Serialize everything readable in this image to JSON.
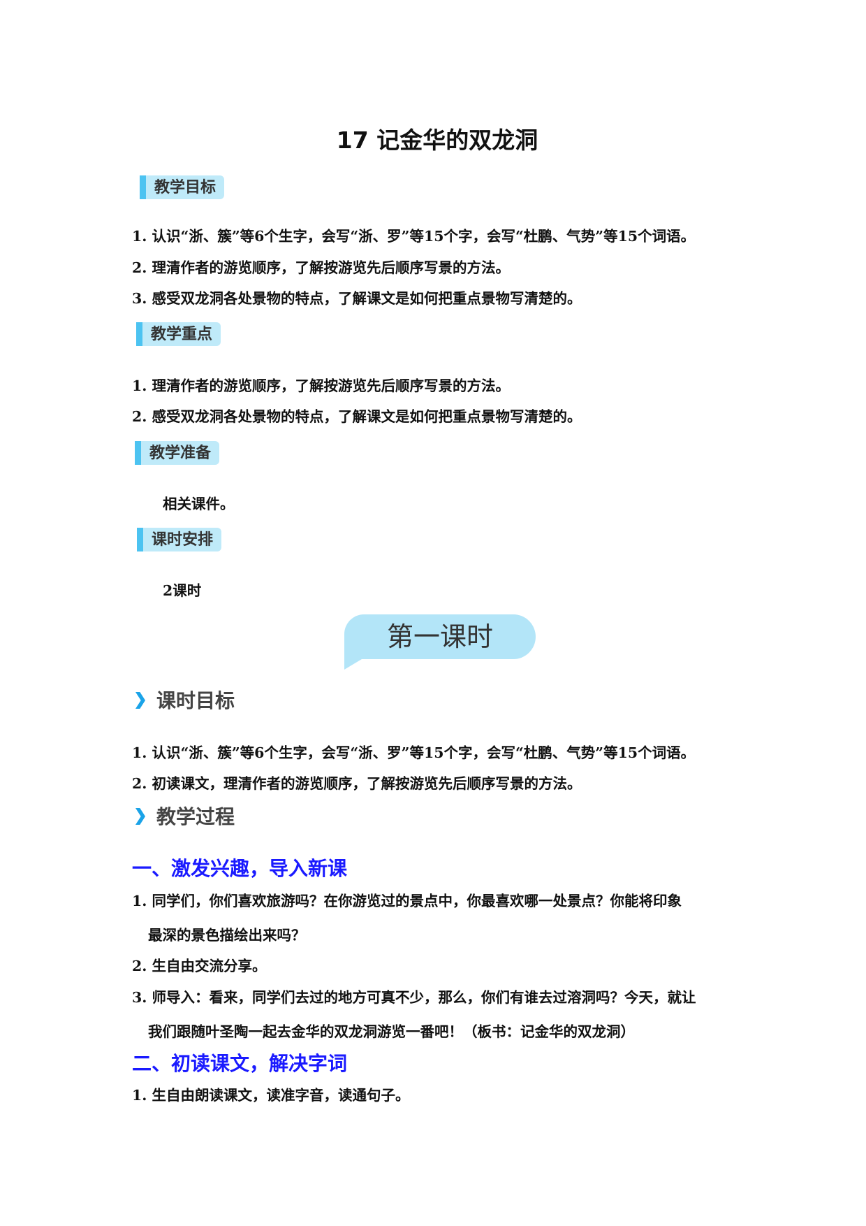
{
  "title": "17  记金华的双龙洞",
  "sections": {
    "goals": {
      "label": "教学目标",
      "items": [
        "1. 认识“浙、簇”等6个生字，会写“浙、罗”等15个字，会写“杜鹏、气势”等15个词语。",
        "2. 理清作者的游览顺序，了解按游览先后顺序写景的方法。",
        "3. 感受双龙洞各处景物的特点，了解课文是如何把重点景物写清楚的。"
      ]
    },
    "key_points": {
      "label": "教学重点",
      "items": [
        "1. 理清作者的游览顺序，了解按游览先后顺序写景的方法。",
        "2. 感受双龙洞各处景物的特点，了解课文是如何把重点景物写清楚的。"
      ]
    },
    "preparation": {
      "label": "教学准备",
      "text": "相关课件。"
    },
    "schedule": {
      "label": "课时安排",
      "text": "2课时"
    }
  },
  "lesson_banner": "第一课时",
  "lesson_goals": {
    "label": "课时目标",
    "items": [
      "1. 认识“浙、簇”等6个生字，会写“浙、罗”等15个字，会写“杜鹏、气势”等15个词语。",
      "2. 初读课文，理清作者的游览顺序，了解按游览先后顺序写景的方法。"
    ]
  },
  "process": {
    "label": "教学过程",
    "part1": {
      "heading": "一、激发兴趣，导入新课",
      "lines": [
        "1. 同学们，你们喜欢旅游吗？在你游览过的景点中，你最喜欢哪一处景点？你能将印象",
        "最深的景色描绘出来吗？",
        "2. 生自由交流分享。",
        "3. 师导入：看来，同学们去过的地方可真不少，那么，你们有谁去过溶洞吗？今天，就让",
        "我们跟随叶圣陶一起去金华的双龙洞游览一番吧！（板书：记金华的双龙洞）"
      ]
    },
    "part2": {
      "heading": "二、初读课文，解决字词",
      "lines": [
        "1. 生自由朗读课文，读准字音，读通句子。"
      ]
    }
  },
  "colors": {
    "tag_bg": "#bfeaf9",
    "tag_bar": "#4cc3f1",
    "heading_blue": "#1a1aff",
    "chevron": "#1aa3e8"
  }
}
